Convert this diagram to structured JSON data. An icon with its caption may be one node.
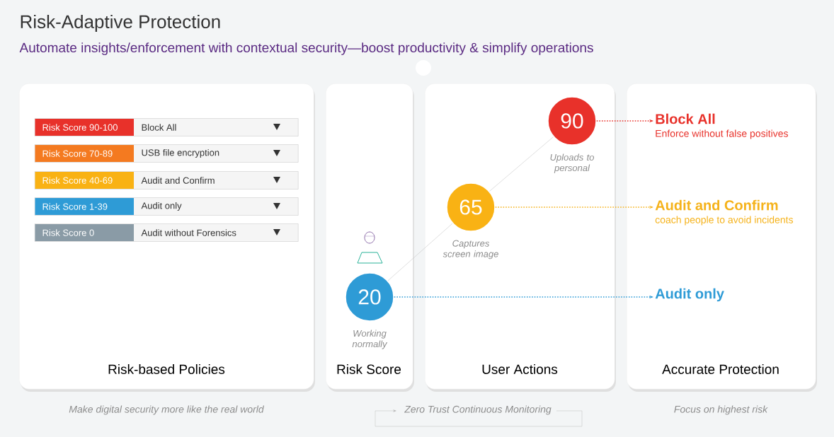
{
  "diagram": {
    "title": "Risk-Adaptive Protection",
    "nodes": [
      {
        "text": [
          "Risk-based Policies"
        ],
        "beside": [
          "Make digital security more like the real world"
        ]
      },
      {
        "text": [
          "Risk Score"
        ]
      },
      {
        "text": [
          "User Actions"
        ]
      },
      {
        "text": [
          "Accurate Protection"
        ],
        "beside": [
          "Focus on highest risk"
        ]
      },
      {
        "text": [
          "Risk Score 90-100",
          "Block All"
        ],
        "in": 0
      },
      {
        "text": [
          "Risk Score 70-89",
          "USB file encryption"
        ],
        "in": 0
      },
      {
        "text": [
          "Risk Score 40-69",
          "Audit and Confirm"
        ],
        "in": 0
      },
      {
        "text": [
          "Risk Score 1-39",
          "Audit only"
        ],
        "in": 0
      },
      {
        "text": [
          "Risk Score 0",
          "Audit without Forensics"
        ],
        "in": 0
      },
      {
        "text": [
          "20"
        ],
        "beside": [
          "Working normally"
        ],
        "in": 1
      },
      {
        "text": [
          "65"
        ],
        "beside": [
          "Captures screen image"
        ],
        "in": 2
      },
      {
        "text": [
          "90"
        ],
        "beside": [
          "Uploads to personal"
        ],
        "in": 2
      },
      {
        "text": [
          "Block All",
          "Enforce without false positives"
        ],
        "in": 3
      },
      {
        "text": [
          "Audit and Confirm",
          "coach people to avoid incidents"
        ],
        "in": 3
      },
      {
        "text": [
          "Audit only"
        ],
        "in": 3
      }
    ],
    "edges": [
      {
        "from": 9,
        "to": 10,
        "arrow": "none"
      },
      {
        "from": 10,
        "to": 11,
        "arrow": "none"
      },
      {
        "from": 11,
        "to": 12,
        "arrow": "to",
        "style": "dashed",
        "color": "#e8312a"
      },
      {
        "from": 10,
        "to": 13,
        "arrow": "to",
        "style": "dashed",
        "color": "#f5b21a"
      },
      {
        "from": 9,
        "to": 14,
        "arrow": "to",
        "style": "dashed",
        "color": "#2e9bd6"
      }
    ],
    "labels": [
      "Automate insights/enforcement with contextual security—boost productivity & simplify operations",
      "Zero Trust Continuous Monitoring"
    ]
  }
}
